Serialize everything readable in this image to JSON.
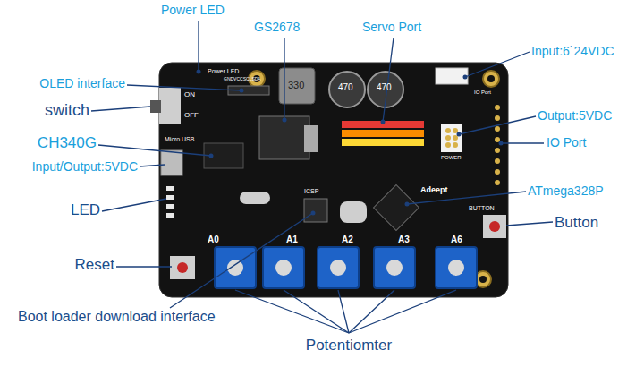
{
  "diagram": {
    "labels": [
      "Power LED",
      "GS2678",
      "Servo Port",
      "OLED interface",
      "switch",
      "CH340G",
      "Input/Output:5VDC",
      "LED",
      "Reset",
      "Boot loader download interface",
      "Potentiomter",
      "Input:6`24VDC",
      "Output:5VDC",
      "IO Port",
      "ATmega328P",
      "Button",
      "Power LED",
      "ON",
      "OFF",
      "Micro USB",
      "A0",
      "A1",
      "A2",
      "A3",
      "A6",
      "Adeept",
      "BUTTON",
      "IO Port",
      "POWER",
      "ICSP",
      "330",
      "470",
      "470",
      "GNDVCCSCLSDA"
    ]
  }
}
